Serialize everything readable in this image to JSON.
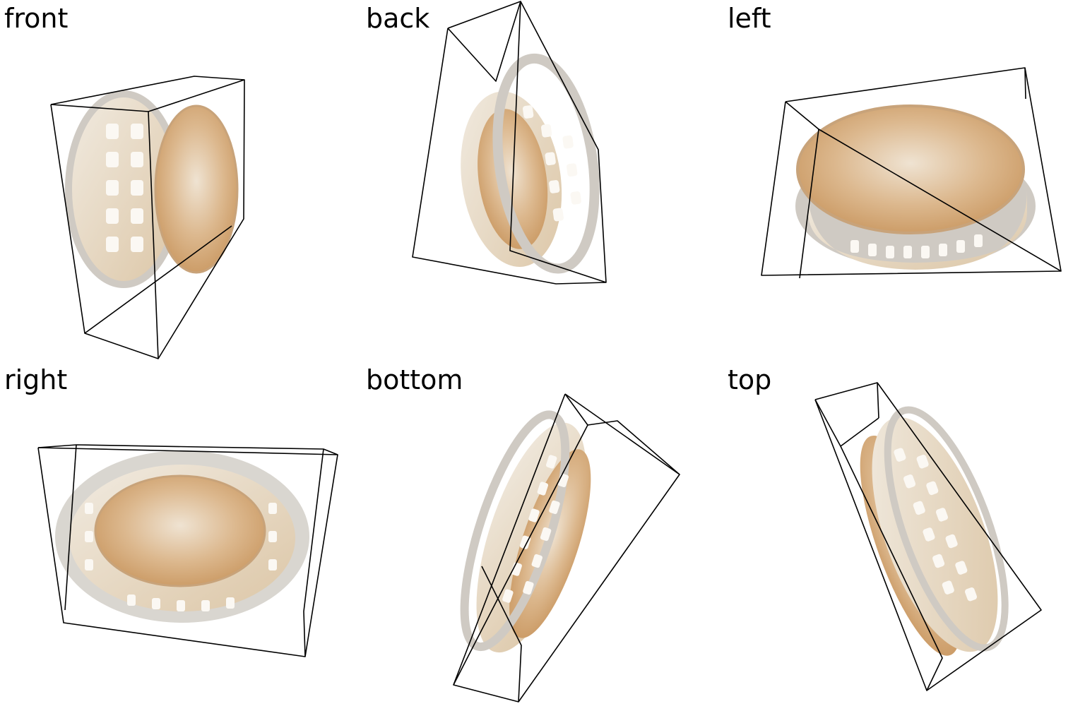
{
  "views": [
    {
      "key": "front",
      "label": "front"
    },
    {
      "key": "back",
      "label": "back"
    },
    {
      "key": "left",
      "label": "left"
    },
    {
      "key": "right",
      "label": "right"
    },
    {
      "key": "bottom",
      "label": "bottom"
    },
    {
      "key": "top",
      "label": "top"
    }
  ],
  "colors": {
    "background": "#ffffff",
    "bbox_edge": "#000000",
    "rim": "#d9d6d0",
    "basket_wall": "#eadfcc",
    "basket_base": "#d9b184",
    "base_stain": "#c88f52",
    "holes": "#f8f4ee"
  }
}
